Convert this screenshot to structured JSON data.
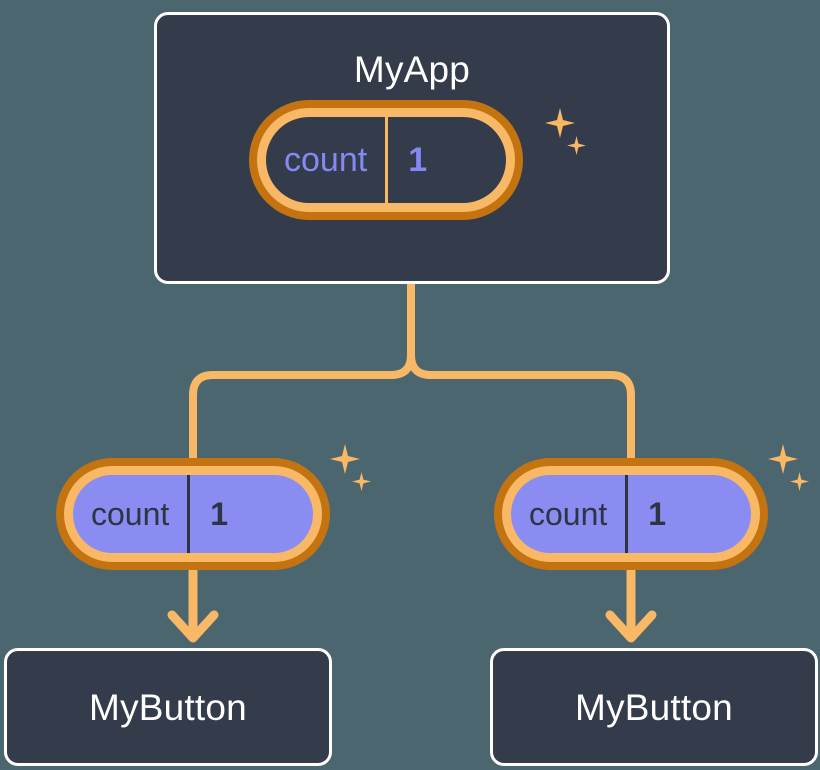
{
  "diagram": {
    "title_hidden": "",
    "background_color": "#4c666f",
    "accent_orange": "#f8b865",
    "accent_orange_dark": "#c3730f",
    "accent_purple": "#8b8cf2",
    "card_dark": "#343b4a",
    "card_border": "#ffffff"
  },
  "root": {
    "label": "MyApp",
    "state": {
      "name": "count",
      "value": "1",
      "style": "dark"
    },
    "sparkle": {
      "big": "sparkle-icon",
      "small": "sparkle-icon"
    }
  },
  "branches": [
    {
      "id": "left",
      "state": {
        "name": "count",
        "value": "1",
        "style": "purple"
      },
      "sparkle": {
        "big": "sparkle-icon",
        "small": "sparkle-icon"
      },
      "consumer": {
        "label": "MyButton"
      }
    },
    {
      "id": "right",
      "state": {
        "name": "count",
        "value": "1",
        "style": "purple"
      },
      "sparkle": {
        "big": "sparkle-icon",
        "small": "sparkle-icon"
      },
      "consumer": {
        "label": "MyButton"
      }
    }
  ]
}
